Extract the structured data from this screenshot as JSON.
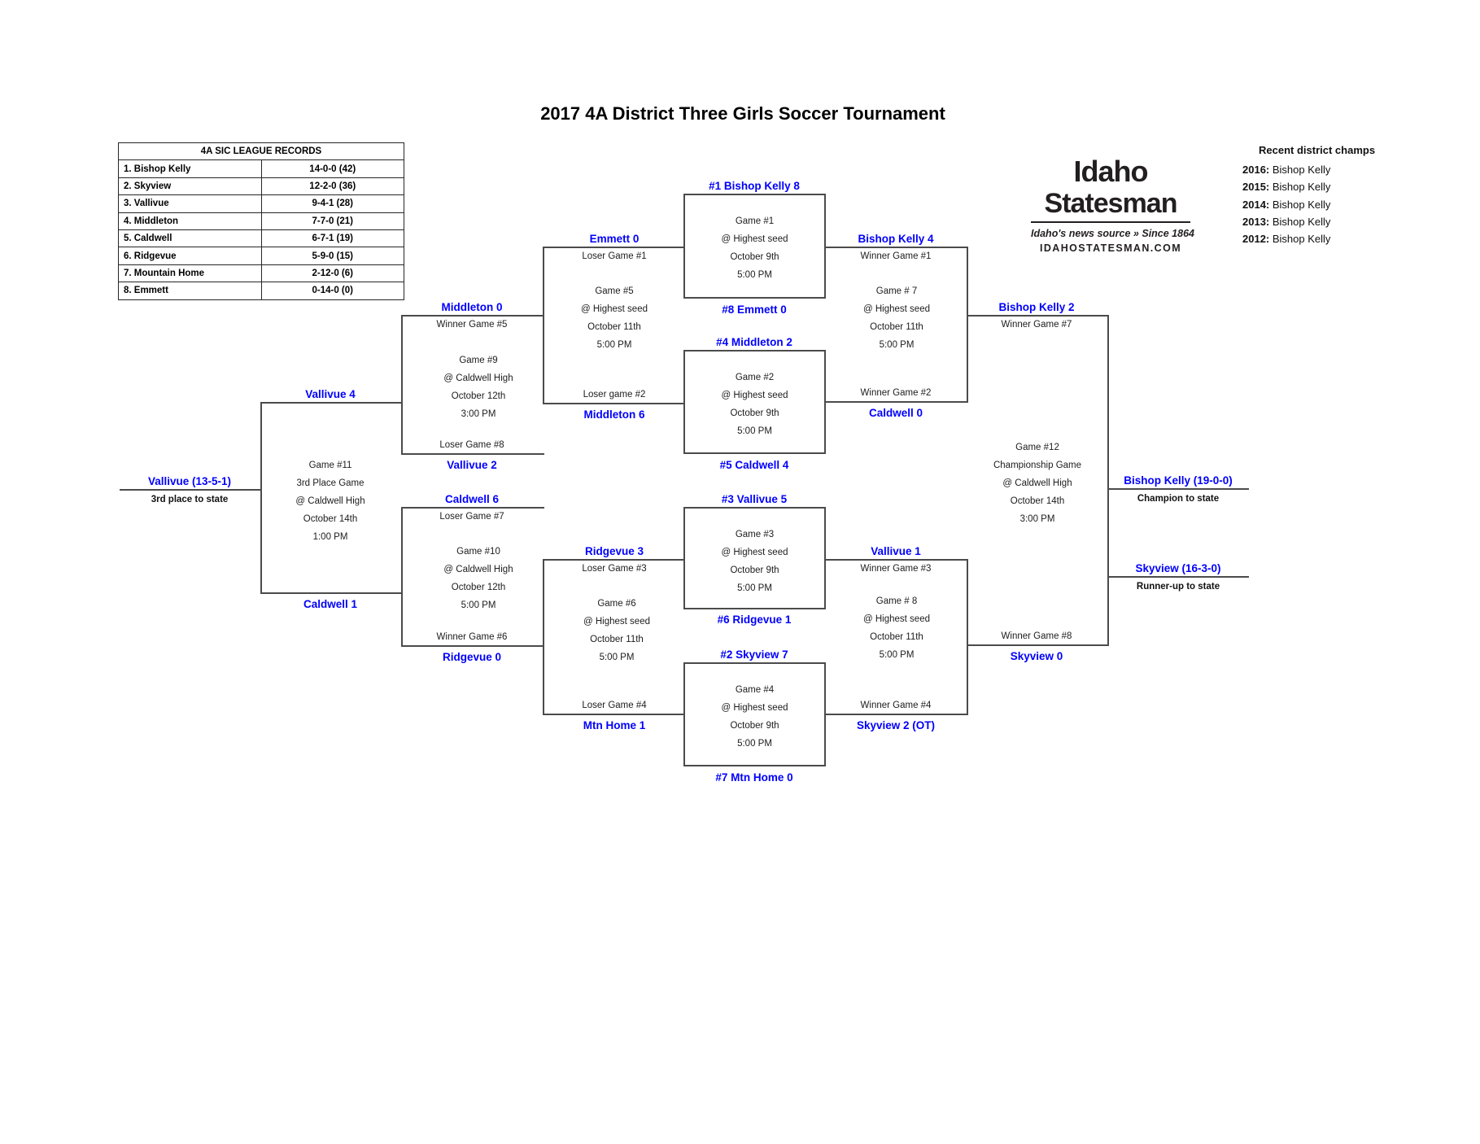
{
  "title": "2017 4A District Three Girls Soccer Tournament",
  "colors": {
    "team_label_blue": "#0000FD",
    "line_gray": "#4b4b4b"
  },
  "records_table": {
    "header": "4A SIC LEAGUE RECORDS",
    "rows": [
      {
        "team": "1. Bishop Kelly",
        "record": "14-0-0 (42)"
      },
      {
        "team": "2. Skyview",
        "record": "12-2-0 (36)"
      },
      {
        "team": "3. Vallivue",
        "record": "9-4-1 (28)"
      },
      {
        "team": "4. Middleton",
        "record": "7-7-0 (21)"
      },
      {
        "team": "5. Caldwell",
        "record": "6-7-1 (19)"
      },
      {
        "team": "6. Ridgevue",
        "record": "5-9-0 (15)"
      },
      {
        "team": "7. Mountain Home",
        "record": "2-12-0 (6)"
      },
      {
        "team": "8. Emmett",
        "record": "0-14-0 (0)"
      }
    ]
  },
  "logo": {
    "name_top": "Idaho",
    "name_bottom": "Statesman",
    "tagline": "Idaho's news source » Since 1864",
    "site": "IDAHOSTATESMAN.COM"
  },
  "champs": {
    "title": "Recent district champs",
    "entries": [
      {
        "year": "2016:",
        "team": "Bishop Kelly"
      },
      {
        "year": "2015:",
        "team": "Bishop Kelly"
      },
      {
        "year": "2014:",
        "team": "Bishop Kelly"
      },
      {
        "year": "2013:",
        "team": "Bishop Kelly"
      },
      {
        "year": "2012:",
        "team": "Bishop Kelly"
      }
    ]
  },
  "bracket": {
    "boxes": [
      {
        "above": "#1 Bishop Kelly 8",
        "below": "#8 Emmett 0",
        "details": [
          "Game #1",
          "@ Highest seed",
          "October 9th",
          "5:00 PM"
        ]
      },
      {
        "above": "#4 Middleton 2",
        "below": "#5 Caldwell 4",
        "details": [
          "Game #2",
          "@ Highest seed",
          "October 9th",
          "5:00 PM"
        ]
      },
      {
        "above": "#3 Vallivue 5",
        "below": "#6 Ridgevue 1",
        "details": [
          "Game #3",
          "@ Highest seed",
          "October 9th",
          "5:00 PM"
        ]
      },
      {
        "above": "#2 Skyview 7",
        "below": "#7 Mtn Home 0",
        "details": [
          "Game #4",
          "@ Highest seed",
          "October 9th",
          "5:00 PM"
        ]
      }
    ],
    "details": [
      {
        "lines": [
          "Game #5",
          "@ Highest seed",
          "October 11th",
          "5:00 PM"
        ]
      },
      {
        "lines": [
          "Game #6",
          "@ Highest seed",
          "October 11th",
          "5:00 PM"
        ]
      },
      {
        "lines": [
          "Game # 7",
          "@ Highest seed",
          "October 11th",
          "5:00 PM"
        ]
      },
      {
        "lines": [
          "Game # 8",
          "@ Highest seed",
          "October 11th",
          "5:00 PM"
        ]
      },
      {
        "lines": [
          "Game #9",
          "@ Caldwell High",
          "October 12th",
          "3:00 PM"
        ]
      },
      {
        "lines": [
          "Game #10",
          "@ Caldwell High",
          "October 12th",
          "5:00 PM"
        ]
      },
      {
        "lines": [
          "Game #11",
          "3rd Place Game",
          "@ Caldwell High",
          "October 14th",
          "1:00 PM"
        ]
      },
      {
        "lines": [
          "Game #12",
          "Championship Game",
          "@ Caldwell High",
          "October 14th",
          "3:00 PM"
        ]
      }
    ],
    "slots": [
      {
        "above": "Emmett 0",
        "below": "Loser Game #1"
      },
      {
        "above": "Loser game #2",
        "below": "Middleton 6"
      },
      {
        "above": "Middleton 0",
        "below": "Winner Game #5"
      },
      {
        "above": "Loser Game #8",
        "below": "Vallivue 2"
      },
      {
        "above": "Vallivue 4",
        "below": ""
      },
      {
        "above": "Caldwell 6",
        "below": "Loser Game #7"
      },
      {
        "above": "Winner Game #6",
        "below": "Ridgevue 0"
      },
      {
        "above": "Ridgevue 3",
        "below": "Loser Game #3"
      },
      {
        "above": "Loser Game #4",
        "below": "Mtn Home 1"
      },
      {
        "above": "",
        "below": "Caldwell 1"
      },
      {
        "above": "Vallivue (13-5-1)",
        "below": "3rd place to state"
      },
      {
        "above": "Bishop Kelly 4",
        "below": "Winner Game #1"
      },
      {
        "above": "Winner Game #2",
        "below": "Caldwell 0"
      },
      {
        "above": "Bishop Kelly 2",
        "below": "Winner Game #7"
      },
      {
        "above": "Vallivue 1",
        "below": "Winner Game #3"
      },
      {
        "above": "Winner Game #4",
        "below": "Skyview 2 (OT)"
      },
      {
        "above": "Winner Game #8",
        "below": "Skyview 0"
      },
      {
        "above": "Bishop Kelly (19-0-0)",
        "below": "Champion to state"
      },
      {
        "above": "Skyview (16-3-0)",
        "below": "Runner-up to state"
      }
    ]
  }
}
